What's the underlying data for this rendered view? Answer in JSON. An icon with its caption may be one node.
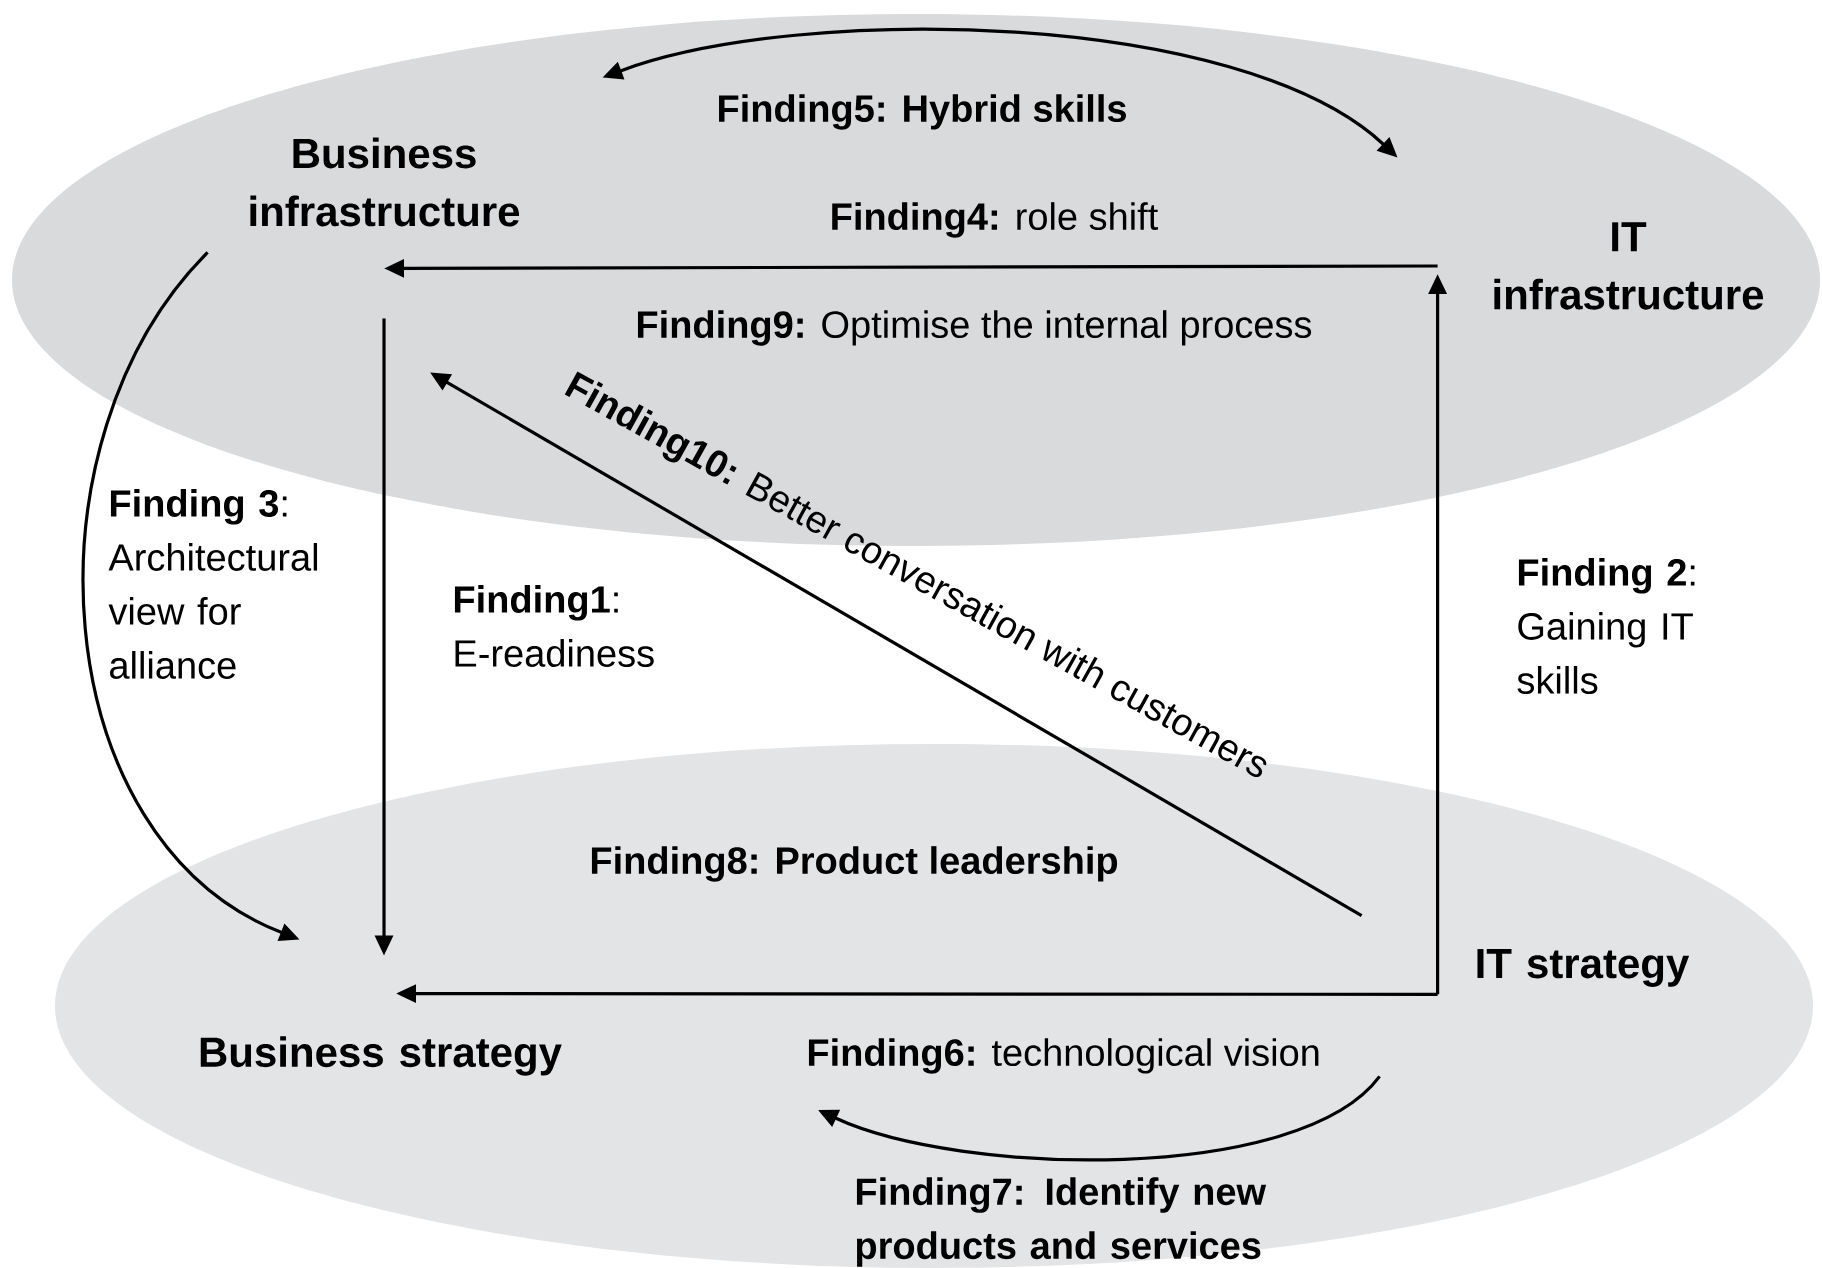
{
  "diagram": {
    "nodes": [
      {
        "text": [],
        "shape": "ellipse"
      },
      {
        "text": [
          "Business infrastructure"
        ],
        "in": 0
      },
      {
        "text": [
          "IT infrastructure"
        ],
        "in": 0
      },
      {
        "text": [],
        "shape": "ellipse"
      },
      {
        "text": [
          "Business strategy"
        ],
        "in": 3
      },
      {
        "text": [
          "IT strategy"
        ],
        "in": 3
      }
    ],
    "edges": [
      {
        "from": 1,
        "to": 2,
        "arrow": "both",
        "label": "Finding5: Hybrid skills"
      },
      {
        "from": 2,
        "to": 1,
        "arrow": "to",
        "label": "**Finding4:** role shift"
      },
      {
        "from": 1,
        "to": 4,
        "arrow": "to",
        "label": "**Finding 3**: Architectural view for alliance"
      },
      {
        "from": 1,
        "to": 4,
        "arrow": "to",
        "label": "**Finding1**: E-readiness"
      },
      {
        "from": 5,
        "to": 2,
        "arrow": "to",
        "label": "**Finding 2**: Gaining IT skills"
      },
      {
        "from": 5,
        "to": 1,
        "arrow": "to",
        "label": "**Finding10:** Better conversation with customers"
      },
      {
        "from": 5,
        "to": 4,
        "arrow": "to",
        "label": "Finding8: Product leadership"
      },
      {
        "from": 5,
        "to": null,
        "arrow": "to",
        "label": "Finding7: Identify new products and services"
      }
    ],
    "labels": [
      "**Finding9:** Optimise the internal process",
      "**Finding6:** technological vision"
    ]
  }
}
